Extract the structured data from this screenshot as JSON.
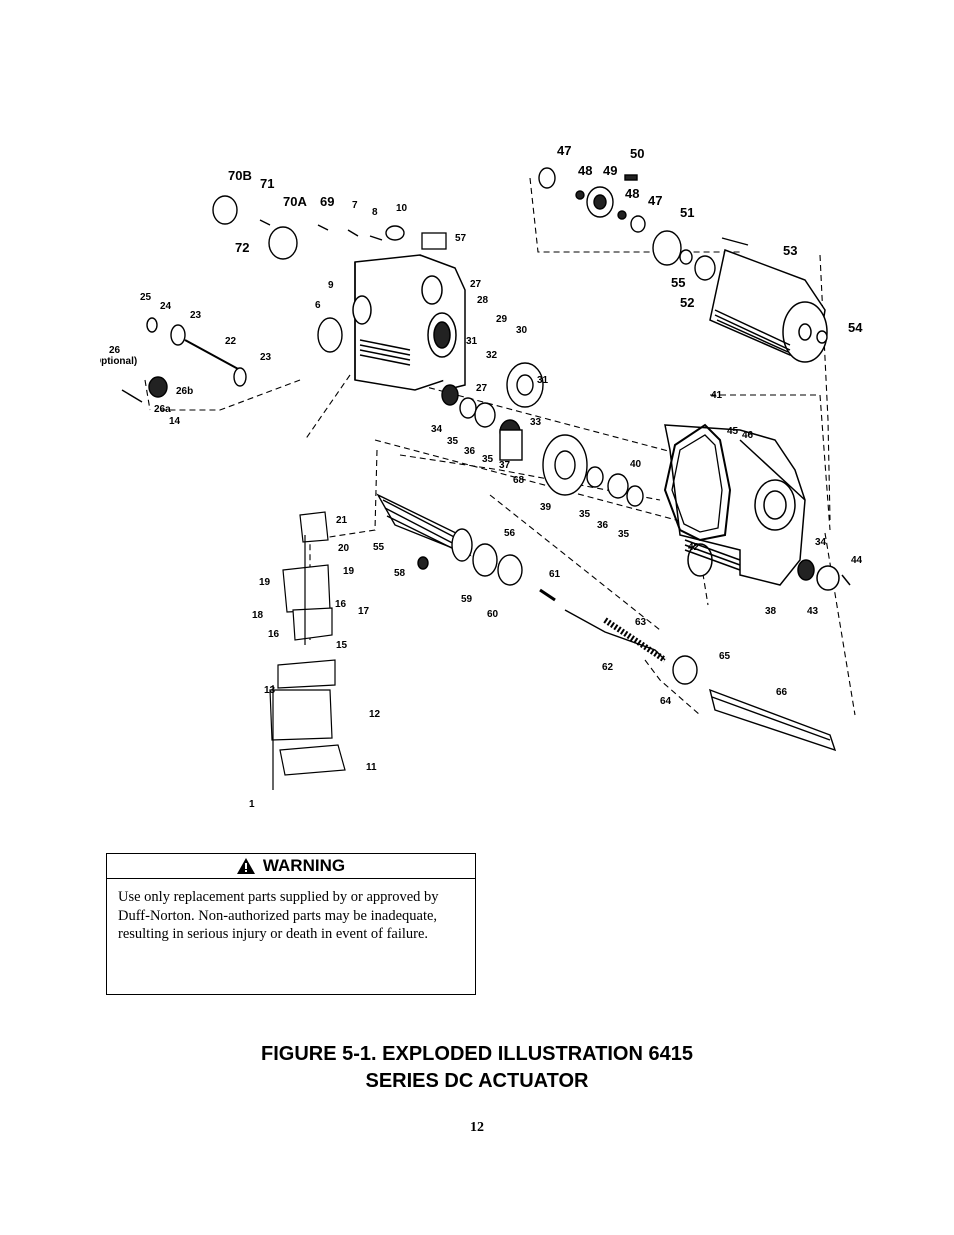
{
  "figure": {
    "callouts": [
      {
        "id": "c-47a",
        "text": "47"
      },
      {
        "id": "c-50",
        "text": "50"
      },
      {
        "id": "c-48a",
        "text": "48"
      },
      {
        "id": "c-49",
        "text": "49"
      },
      {
        "id": "c-48b",
        "text": "48"
      },
      {
        "id": "c-47b",
        "text": "47"
      },
      {
        "id": "c-51",
        "text": "51"
      },
      {
        "id": "c-53",
        "text": "53"
      },
      {
        "id": "c-55a",
        "text": "55"
      },
      {
        "id": "c-52",
        "text": "52"
      },
      {
        "id": "c-54",
        "text": "54"
      },
      {
        "id": "c-70b",
        "text": "70B"
      },
      {
        "id": "c-71",
        "text": "71"
      },
      {
        "id": "c-70a",
        "text": "70A"
      },
      {
        "id": "c-69",
        "text": "69"
      },
      {
        "id": "c-7",
        "text": "7"
      },
      {
        "id": "c-8",
        "text": "8"
      },
      {
        "id": "c-10",
        "text": "10"
      },
      {
        "id": "c-57",
        "text": "57"
      },
      {
        "id": "c-72",
        "text": "72"
      },
      {
        "id": "c-9",
        "text": "9"
      },
      {
        "id": "c-27a",
        "text": "27"
      },
      {
        "id": "c-28",
        "text": "28"
      },
      {
        "id": "c-29",
        "text": "29"
      },
      {
        "id": "c-30",
        "text": "30"
      },
      {
        "id": "c-31a",
        "text": "31"
      },
      {
        "id": "c-32",
        "text": "32"
      },
      {
        "id": "c-31b",
        "text": "31"
      },
      {
        "id": "c-27b",
        "text": "27"
      },
      {
        "id": "c-6",
        "text": "6"
      },
      {
        "id": "c-25",
        "text": "25"
      },
      {
        "id": "c-24",
        "text": "24"
      },
      {
        "id": "c-23a",
        "text": "23"
      },
      {
        "id": "c-22",
        "text": "22"
      },
      {
        "id": "c-23b",
        "text": "23"
      },
      {
        "id": "c-26",
        "text": "26"
      },
      {
        "id": "c-26opt",
        "text": "(Optional)"
      },
      {
        "id": "c-26b",
        "text": "26b"
      },
      {
        "id": "c-26a",
        "text": "26a"
      },
      {
        "id": "c-14",
        "text": "14"
      },
      {
        "id": "c-34a",
        "text": "34"
      },
      {
        "id": "c-35a",
        "text": "35"
      },
      {
        "id": "c-36a",
        "text": "36"
      },
      {
        "id": "c-35b",
        "text": "35"
      },
      {
        "id": "c-37",
        "text": "37"
      },
      {
        "id": "c-33",
        "text": "33"
      },
      {
        "id": "c-68",
        "text": "68"
      },
      {
        "id": "c-41",
        "text": "41"
      },
      {
        "id": "c-45",
        "text": "45"
      },
      {
        "id": "c-46",
        "text": "46"
      },
      {
        "id": "c-40",
        "text": "40"
      },
      {
        "id": "c-39",
        "text": "39"
      },
      {
        "id": "c-35c",
        "text": "35"
      },
      {
        "id": "c-36b",
        "text": "36"
      },
      {
        "id": "c-35d",
        "text": "35"
      },
      {
        "id": "c-42",
        "text": "42"
      },
      {
        "id": "c-34b",
        "text": "34"
      },
      {
        "id": "c-44",
        "text": "44"
      },
      {
        "id": "c-38",
        "text": "38"
      },
      {
        "id": "c-43",
        "text": "43"
      },
      {
        "id": "c-21",
        "text": "21"
      },
      {
        "id": "c-20",
        "text": "20"
      },
      {
        "id": "c-19a",
        "text": "19"
      },
      {
        "id": "c-19b",
        "text": "19"
      },
      {
        "id": "c-18",
        "text": "18"
      },
      {
        "id": "c-16a",
        "text": "16"
      },
      {
        "id": "c-17",
        "text": "17"
      },
      {
        "id": "c-16b",
        "text": "16"
      },
      {
        "id": "c-15",
        "text": "15"
      },
      {
        "id": "c-56",
        "text": "56"
      },
      {
        "id": "c-55b",
        "text": "55"
      },
      {
        "id": "c-58",
        "text": "58"
      },
      {
        "id": "c-59",
        "text": "59"
      },
      {
        "id": "c-60",
        "text": "60"
      },
      {
        "id": "c-61",
        "text": "61"
      },
      {
        "id": "c-63",
        "text": "63"
      },
      {
        "id": "c-62",
        "text": "62"
      },
      {
        "id": "c-65",
        "text": "65"
      },
      {
        "id": "c-66",
        "text": "66"
      },
      {
        "id": "c-64",
        "text": "64"
      },
      {
        "id": "c-13",
        "text": "13"
      },
      {
        "id": "c-12",
        "text": "12"
      },
      {
        "id": "c-11",
        "text": "11"
      },
      {
        "id": "c-1",
        "text": "1"
      }
    ]
  },
  "warning": {
    "title": "WARNING",
    "icon": "warning-triangle-icon",
    "text": "Use only replacement parts supplied by or approved by Duff-Norton.  Non-authorized parts may be inadequate, resulting in serious injury or death in event of failure."
  },
  "caption": {
    "line1": "FIGURE 5-1. EXPLODED ILLUSTRATION 6415",
    "line2": "SERIES DC ACTUATOR"
  },
  "page_number": "12"
}
